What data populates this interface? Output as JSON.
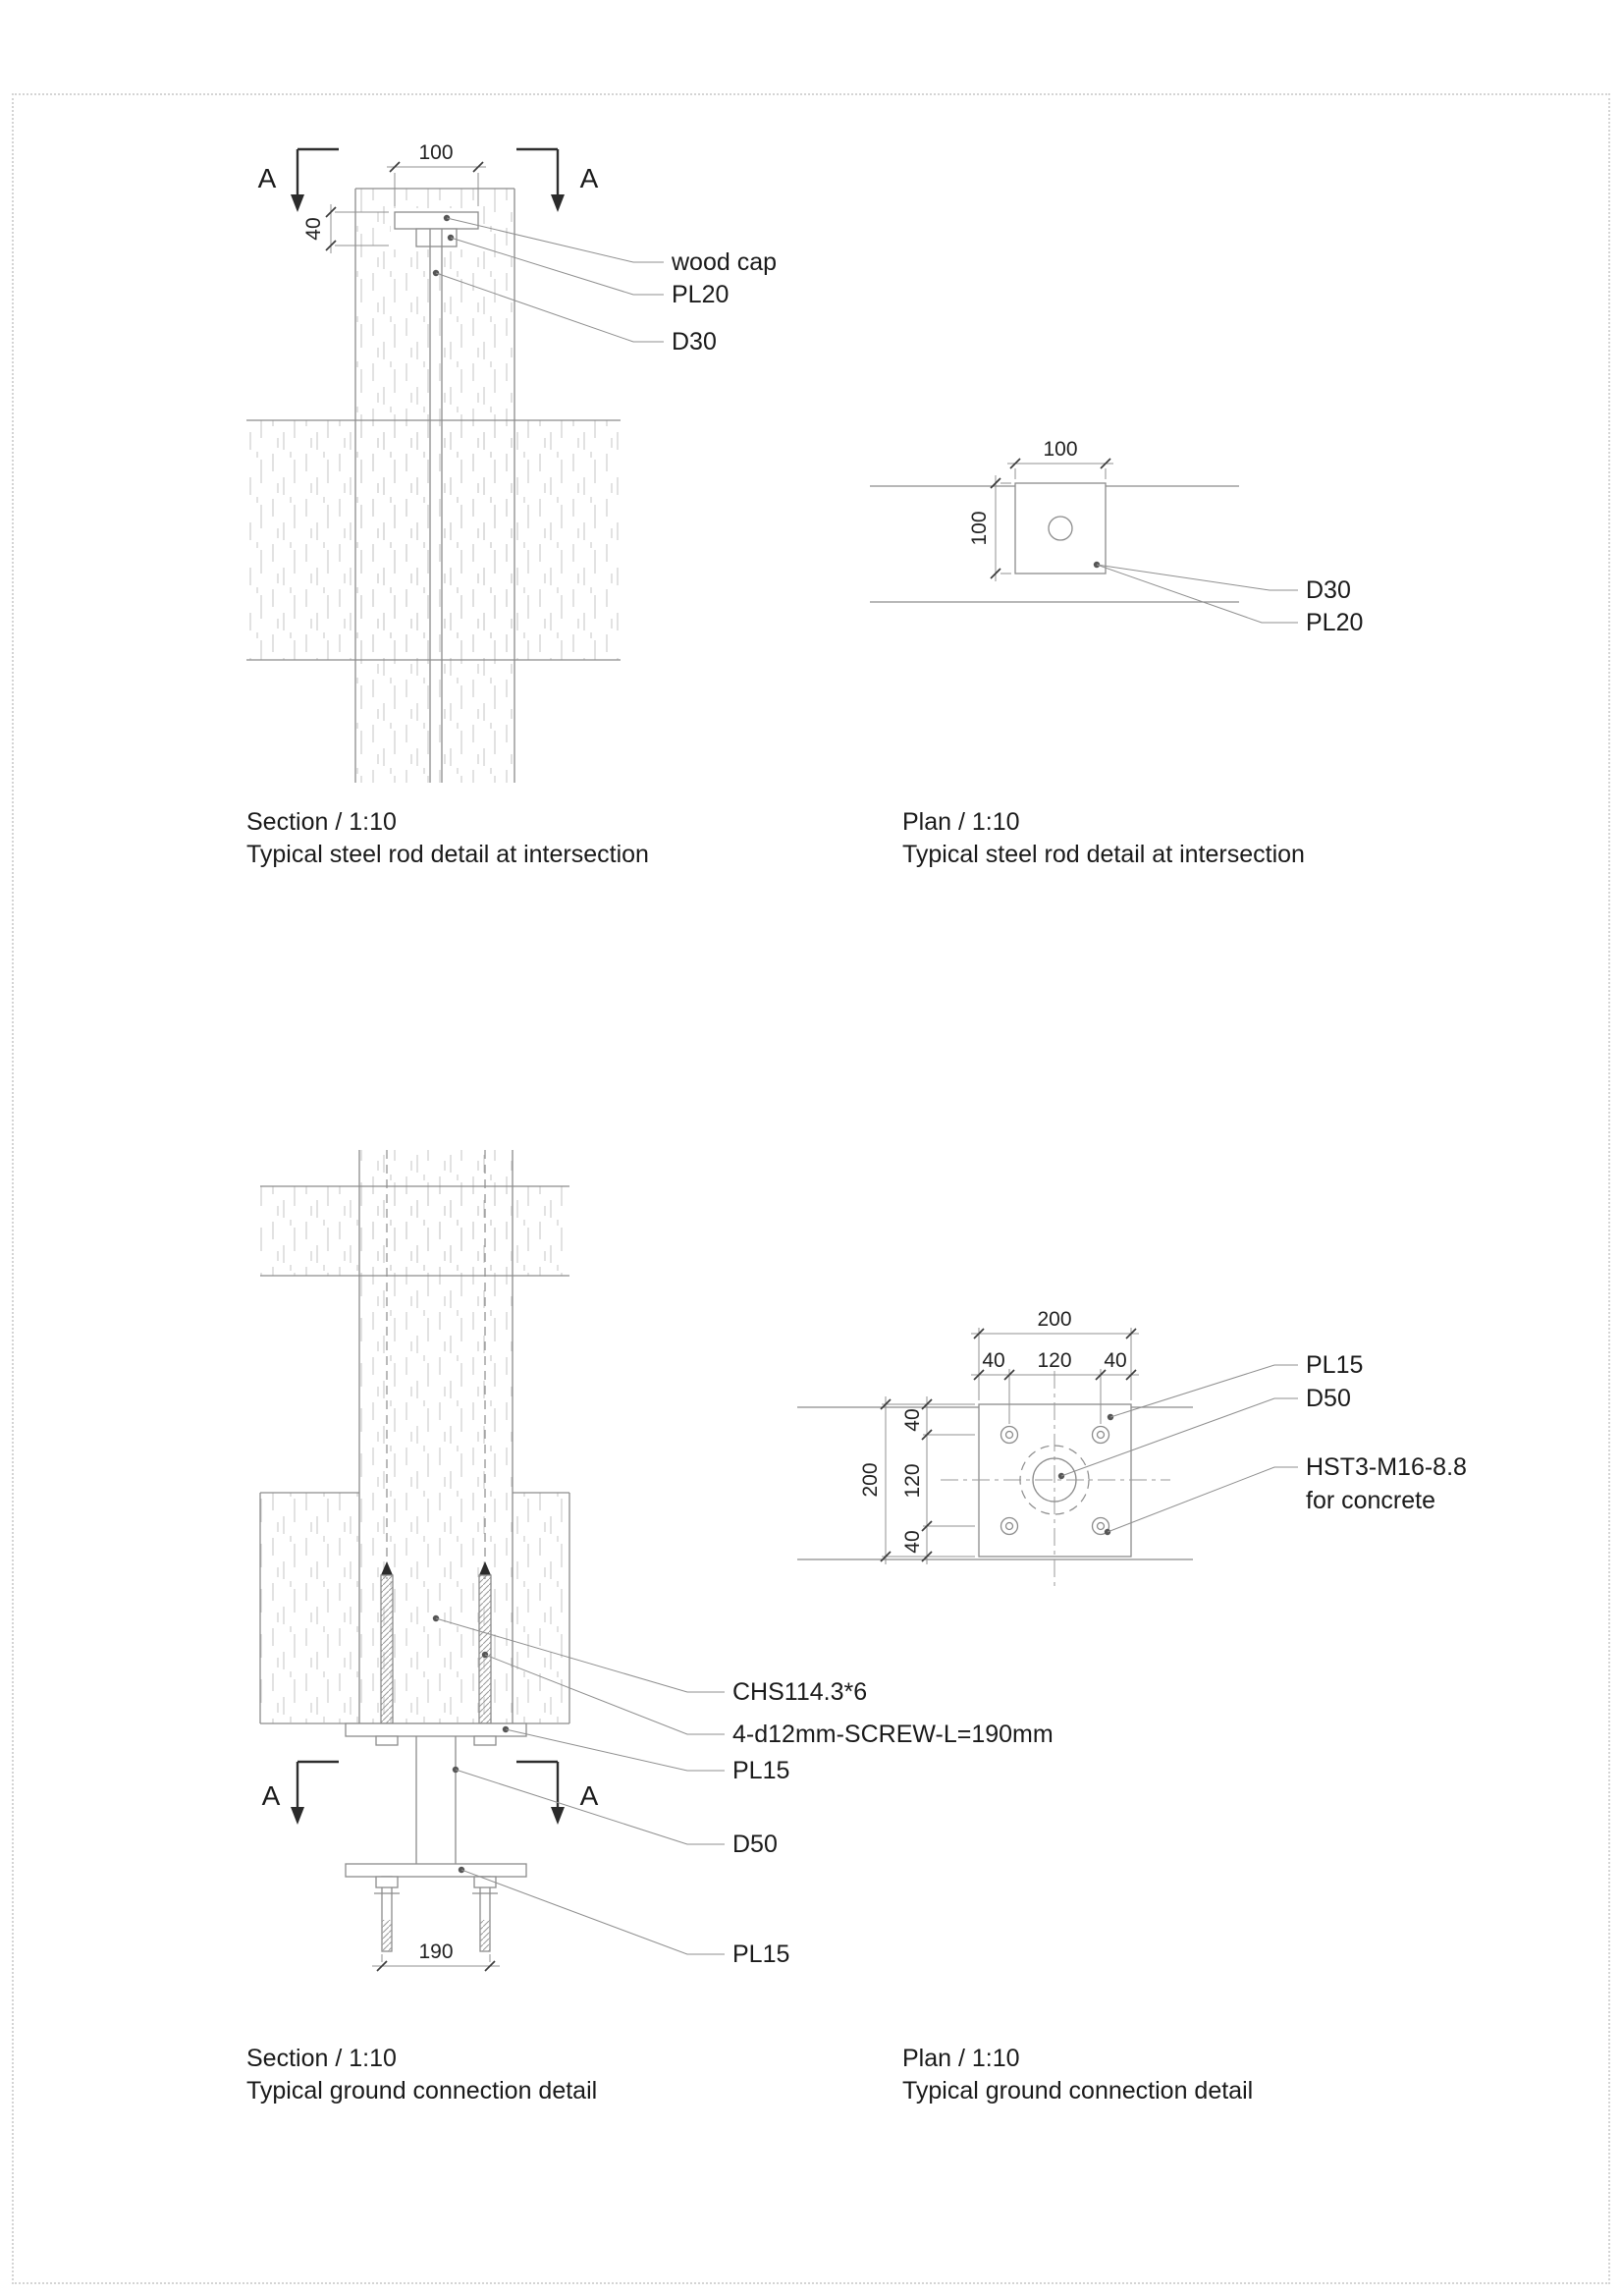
{
  "sheet": {
    "section_intersection": {
      "marker_left": "A",
      "marker_right": "A",
      "dim_width": "100",
      "dim_cap_height": "40",
      "label_wood_cap": "wood cap",
      "label_pl20": "PL20",
      "label_d30": "D30",
      "caption_title": "Section / 1:10",
      "caption_subtitle": "Typical steel rod detail at intersection"
    },
    "plan_intersection": {
      "dim_width": "100",
      "dim_height": "100",
      "label_d30": "D30",
      "label_pl20": "PL20",
      "caption_title": "Plan / 1:10",
      "caption_subtitle": "Typical steel rod detail at intersection"
    },
    "section_ground": {
      "marker_left": "A",
      "marker_right": "A",
      "dim_bottom": "190",
      "label_chs": "CHS114.3*6",
      "label_screw": "4-d12mm-SCREW-L=190mm",
      "label_pl15_top": "PL15",
      "label_d50": "D50",
      "label_pl15_bottom": "PL15",
      "caption_title": "Section / 1:10",
      "caption_subtitle": "Typical ground connection detail"
    },
    "plan_ground": {
      "dim_total_top": "200",
      "dim_top_left": "40",
      "dim_top_mid": "120",
      "dim_top_right": "40",
      "dim_total_left": "200",
      "dim_left_top": "40",
      "dim_left_mid": "120",
      "dim_left_bottom": "40",
      "label_pl15": "PL15",
      "label_d50": "D50",
      "label_anchor": "HST3-M16-8.8",
      "label_anchor_note": "for concrete",
      "caption_title": "Plan / 1:10",
      "caption_subtitle": "Typical ground connection detail"
    }
  }
}
